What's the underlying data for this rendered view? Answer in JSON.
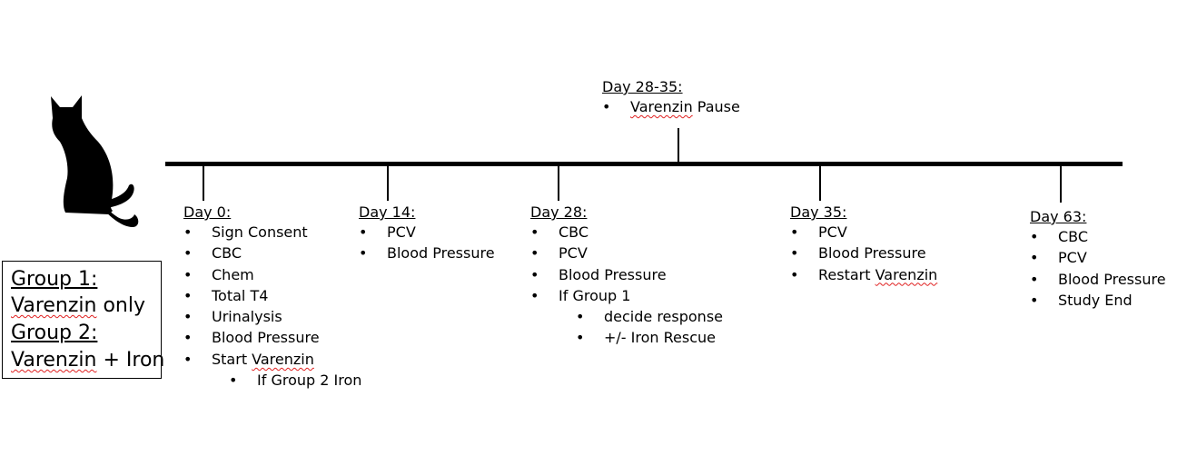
{
  "legend": {
    "group1_title": "Group 1:",
    "group1_prefix": "Varenzin",
    "group1_suffix": " only",
    "group2_title": "Group 2:",
    "group2_prefix": "Varenzin",
    "group2_suffix": " + Iron"
  },
  "icons": {
    "cat": "cat-silhouette-icon"
  },
  "pause": {
    "heading": "Day 28-35:",
    "item_prefix": "Varenzin",
    "item_suffix": " Pause"
  },
  "day0": {
    "heading": "Day 0:",
    "items": [
      "Sign Consent",
      "CBC",
      "Chem",
      "Total T4",
      "Urinalysis",
      "Blood Pressure"
    ],
    "start_prefix": "Start ",
    "start_drug": "Varenzin",
    "sub_item": "If Group 2 Iron"
  },
  "day14": {
    "heading": "Day 14:",
    "items": [
      "PCV",
      "Blood Pressure"
    ]
  },
  "day28": {
    "heading": "Day 28:",
    "items": [
      "CBC",
      "PCV",
      "Blood Pressure",
      "If Group 1"
    ],
    "sub_items": [
      "decide response",
      "+/- Iron Rescue"
    ]
  },
  "day35": {
    "heading": "Day 35:",
    "items": [
      "PCV",
      "Blood Pressure"
    ],
    "restart_prefix": "Restart ",
    "restart_drug": "Varenzin"
  },
  "day63": {
    "heading": "Day 63:",
    "items": [
      "CBC",
      "PCV",
      "Blood Pressure",
      "Study End"
    ]
  }
}
